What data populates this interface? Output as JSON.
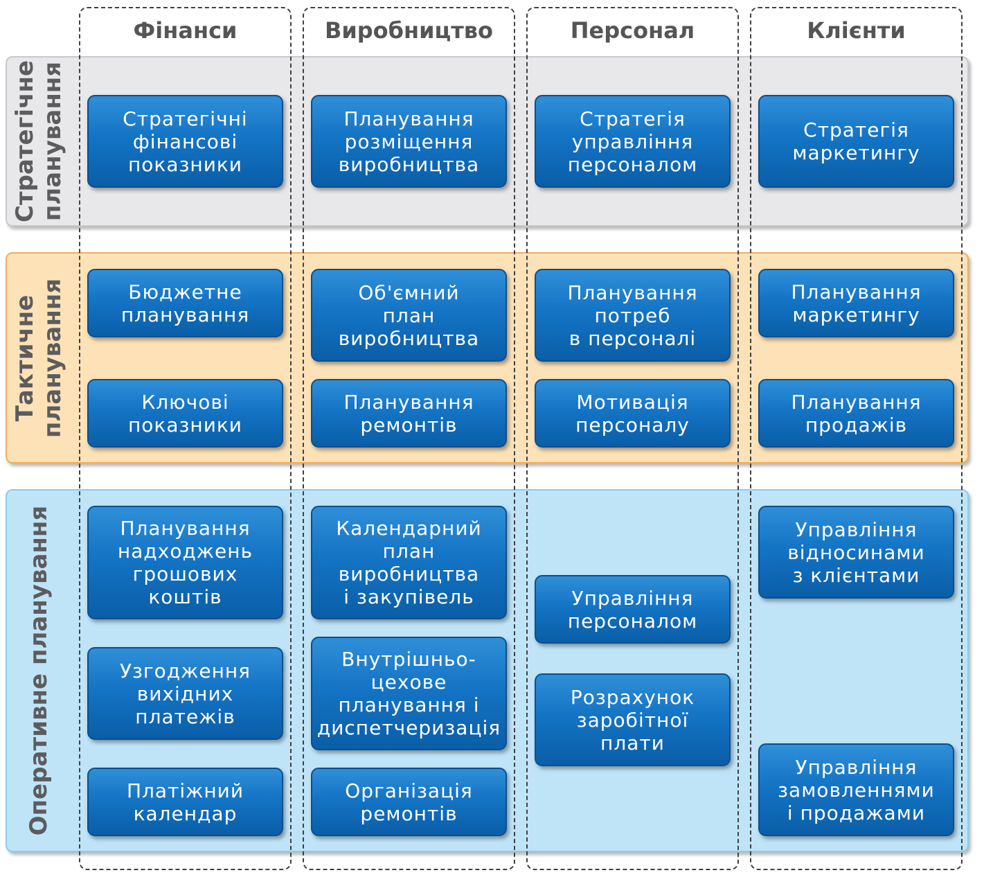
{
  "columns": [
    "Фінанси",
    "Виробництво",
    "Персонал",
    "Клієнти"
  ],
  "levels": {
    "strategic": "Стратегічне\nпланування",
    "tactical": "Тактичне\nпланування",
    "operative": "Оперативне планування"
  },
  "boxes": {
    "s_fin": "Стратегічні\nфінансові\nпоказники",
    "s_prod": "Планування\nрозміщення\nвиробництва",
    "s_pers": "Стратегія\nуправління\nперсоналом",
    "s_cli": "Стратегія\nмаркетингу",
    "t_fin_1": "Бюджетне\nпланування",
    "t_fin_2": "Ключові\nпоказники",
    "t_prod_1": "Об'ємний\nплан\nвиробництва",
    "t_prod_2": "Планування\nремонтів",
    "t_pers_1": "Планування\nпотреб\nв персоналі",
    "t_pers_2": "Мотивація\nперсоналу",
    "t_cli_1": "Планування\nмаркетингу",
    "t_cli_2": "Планування\nпродажів",
    "o_fin_1": "Планування\nнадходжень\nгрошових\nкоштів",
    "o_fin_2": "Узгодження\nвихідних\nплатежів",
    "o_fin_3": "Платіжний\nкалендар",
    "o_prod_1": "Календарний\nплан\nвиробництва\nі закупівель",
    "o_prod_2": "Внутрішньо-\nцехове\nпланування і\nдиспетчеризація",
    "o_prod_3": "Організація\nремонтів",
    "o_pers_1": "Управління\nперсоналом",
    "o_pers_2": "Розрахунок\nзаробітної\nплати",
    "o_cli_1": "Управління\nвідносинами\nз клієнтами",
    "o_cli_2": "Управління\nзамовленнями\nі продажами"
  }
}
